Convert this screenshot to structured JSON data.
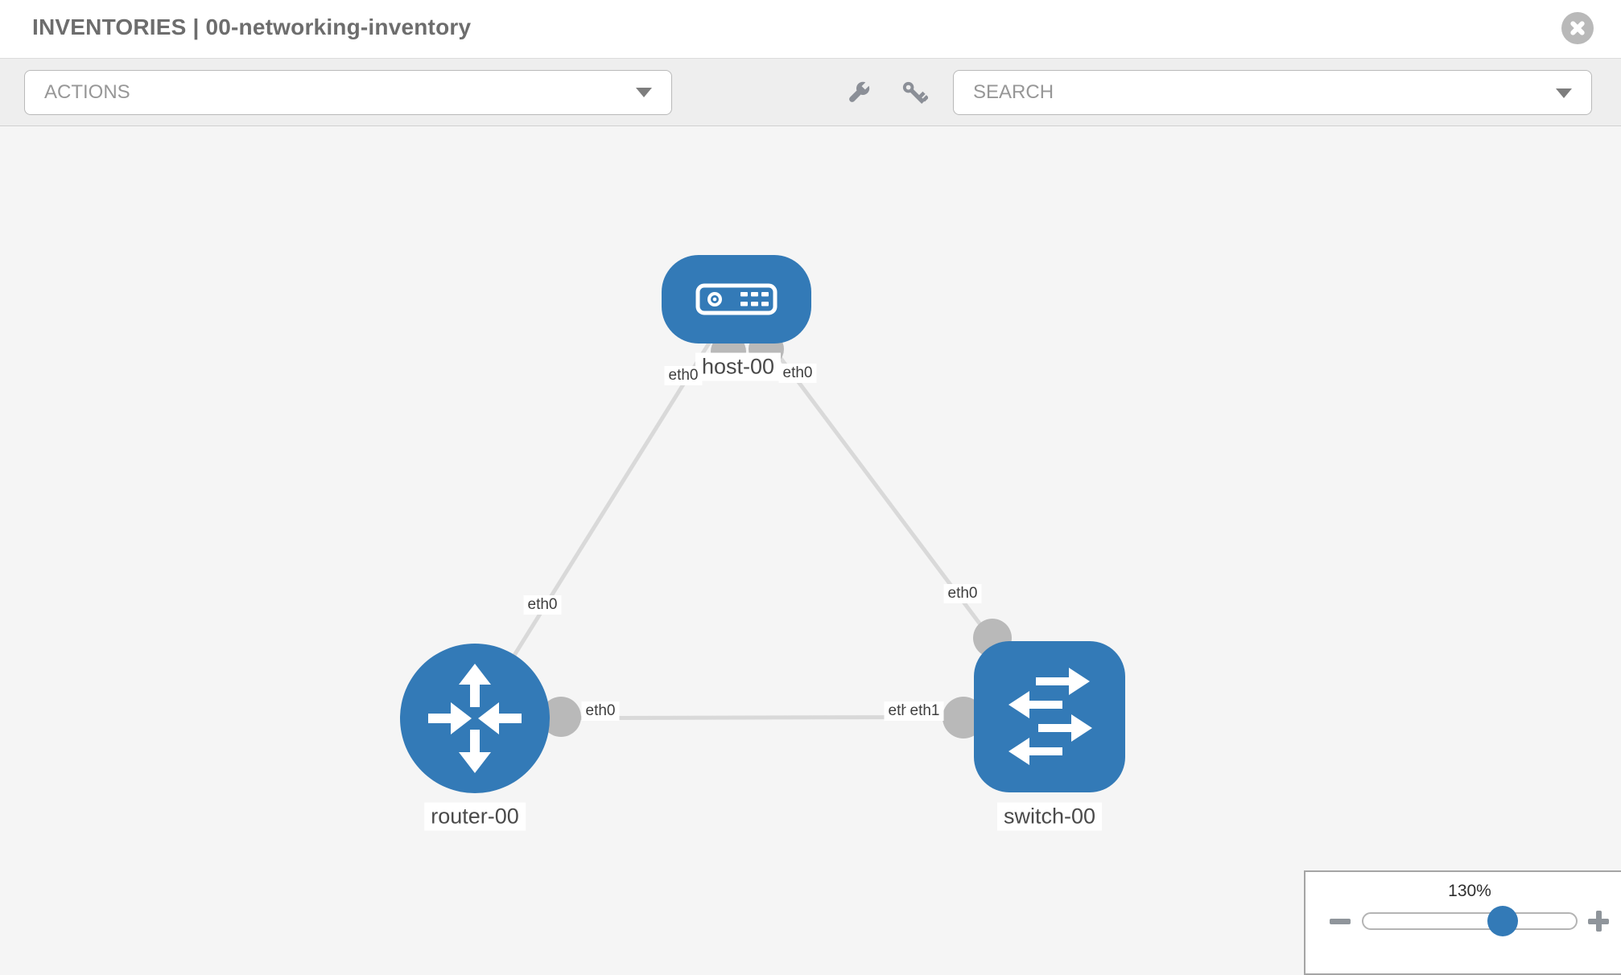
{
  "header": {
    "title": "INVENTORIES | 00-networking-inventory",
    "close_icon": "circle-x-icon"
  },
  "toolbar": {
    "actions_label": "ACTIONS",
    "search_placeholder": "SEARCH",
    "icons": [
      "wrench-icon",
      "key-icon"
    ]
  },
  "colors": {
    "node_blue": "#337ab7",
    "connector_gray": "#b9b9b9",
    "link_gray": "#d9d9d9",
    "canvas_bg": "#f5f5f5"
  },
  "topology": {
    "nodes": [
      {
        "id": "host-00",
        "type": "host",
        "label": "host-00"
      },
      {
        "id": "router-00",
        "type": "router",
        "label": "router-00"
      },
      {
        "id": "switch-00",
        "type": "switch",
        "label": "switch-00"
      }
    ],
    "links": [
      {
        "from": "router-00",
        "to": "host-00"
      },
      {
        "from": "host-00",
        "to": "switch-00"
      },
      {
        "from": "router-00",
        "to": "switch-00"
      }
    ],
    "interface_labels": [
      {
        "text": "eth0",
        "position": "host-end-of-router-link"
      },
      {
        "text": "eth0",
        "position": "host-end-of-switch-link"
      },
      {
        "text": "eth0",
        "position": "router-end-of-host-link"
      },
      {
        "text": "eth0",
        "position": "switch-end-of-host-link"
      },
      {
        "text": "eth0",
        "position": "router-end-of-switch-link"
      },
      {
        "text": "eth0",
        "position": "switch-end-of-router-link-under"
      },
      {
        "text": "eth1",
        "position": "switch-end-of-router-link"
      }
    ]
  },
  "zoom_control": {
    "level": "130%",
    "minus_icon": "minus-icon",
    "plus_icon": "plus-icon"
  }
}
